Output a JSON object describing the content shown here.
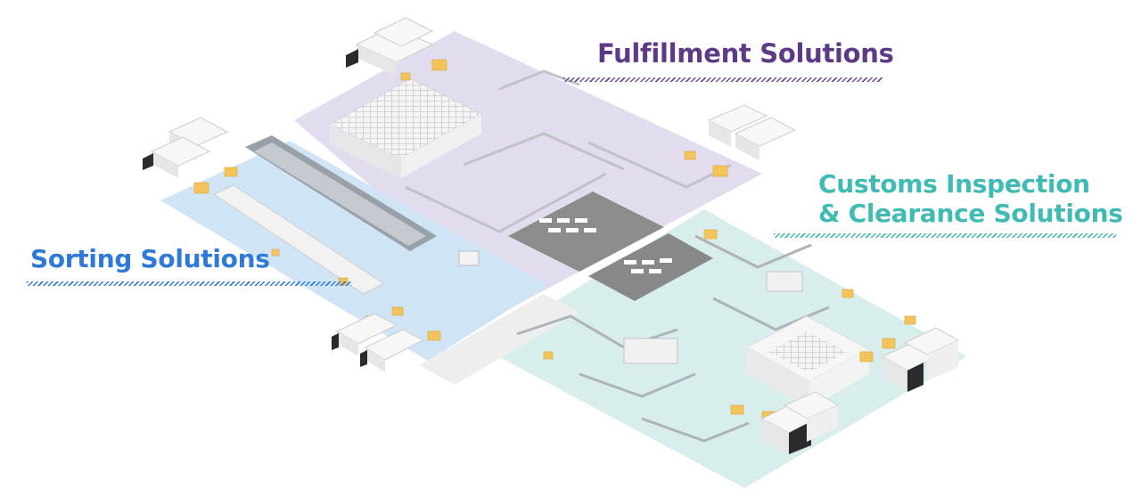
{
  "zones": {
    "fulfillment": {
      "title": "Fulfillment Solutions",
      "color": "#5e3a86"
    },
    "customs": {
      "title_line1": "Customs Inspection",
      "title_line2": "& Clearance Solutions",
      "color": "#40bbb3"
    },
    "sorting": {
      "title": "Sorting Solutions",
      "color": "#2f7ad8"
    }
  },
  "floor_colors": {
    "fulfillment": "#e3dcef",
    "sorting": "#cfe4f4",
    "customs": "#d8eeec",
    "office": "#8e8e8e"
  },
  "icons": [
    "delivery-truck-icon",
    "parcel-box-icon",
    "storage-rack-icon",
    "conveyor-icon",
    "workstation-icon",
    "scanner-icon"
  ]
}
